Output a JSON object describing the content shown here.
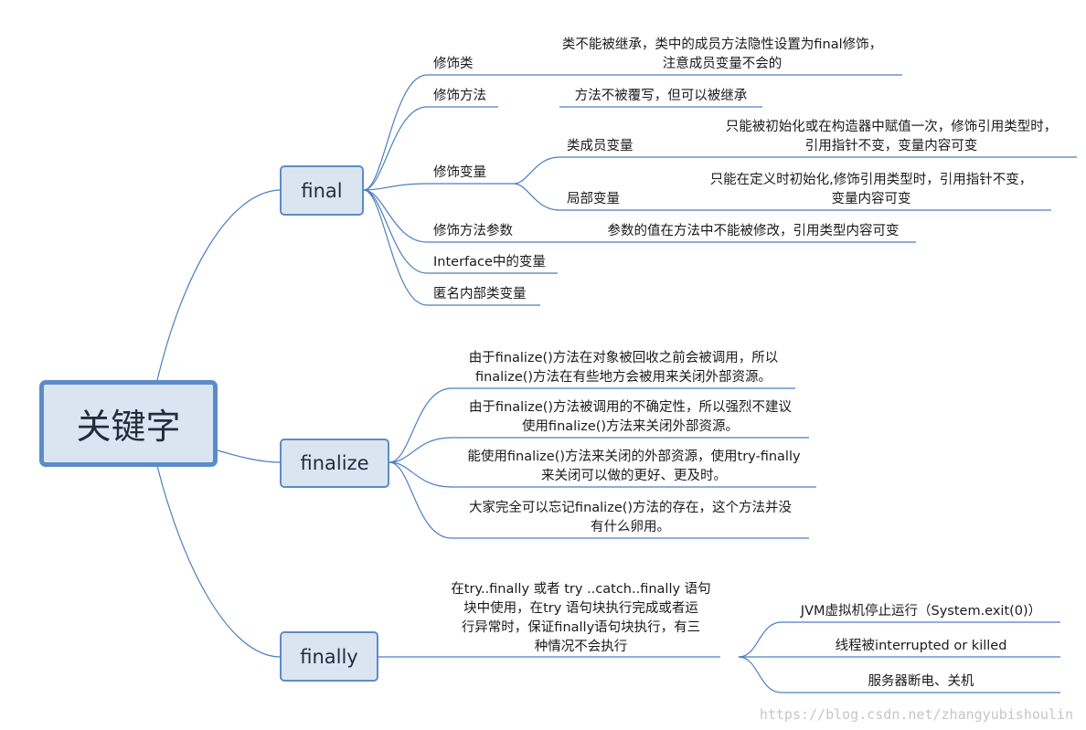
{
  "root": {
    "label": "关键字"
  },
  "final": {
    "label": "final",
    "items": [
      {
        "label": "修饰类",
        "desc": [
          "类不能被继承，类中的成员方法隐性设置为final修饰，",
          "注意成员变量不会的"
        ]
      },
      {
        "label": "修饰方法",
        "desc": [
          "方法不被覆写，但可以被继承"
        ]
      },
      {
        "label": "修饰变量",
        "children": [
          {
            "label": "类成员变量",
            "desc": [
              "只能被初始化或在构造器中赋值一次，修饰引用类型时，",
              "引用指针不变，变量内容可变"
            ]
          },
          {
            "label": "局部变量",
            "desc": [
              "只能在定义时初始化,修饰引用类型时，引用指针不变，",
              "变量内容可变"
            ]
          }
        ]
      },
      {
        "label": "修饰方法参数",
        "desc": [
          "参数的值在方法中不能被修改，引用类型内容可变"
        ]
      },
      {
        "label": "Interface中的变量"
      },
      {
        "label": "匿名内部类变量"
      }
    ]
  },
  "finalize": {
    "label": "finalize",
    "items": [
      [
        "由于finalize()方法在对象被回收之前会被调用，所以",
        "finalize()方法在有些地方会被用来关闭外部资源。"
      ],
      [
        "由于finalize()方法被调用的不确定性，所以强烈不建议",
        "使用finalize()方法来关闭外部资源。"
      ],
      [
        "能使用finalize()方法来关闭的外部资源，使用try-finally",
        "来关闭可以做的更好、更及时。"
      ],
      [
        "大家完全可以忘记finalize()方法的存在，这个方法并没",
        "有什么卵用。"
      ]
    ]
  },
  "finally": {
    "label": "finally",
    "desc": [
      "在try..finally 或者 try ..catch..finally 语句",
      "块中使用，在try 语句块执行完成或者运",
      "行异常时，保证finally语句块执行，有三",
      "种情况不会执行"
    ],
    "cases": [
      "JVM虚拟机停止运行（System.exit(0)）",
      "线程被interrupted or killed",
      "服务器断电、关机"
    ]
  },
  "watermark": "https://blog.csdn.net/zhangyubishoulin",
  "colors": {
    "line": "#4a7fc0",
    "box_fill": "#dbe5f1",
    "box_border": "#5b8cc8"
  }
}
